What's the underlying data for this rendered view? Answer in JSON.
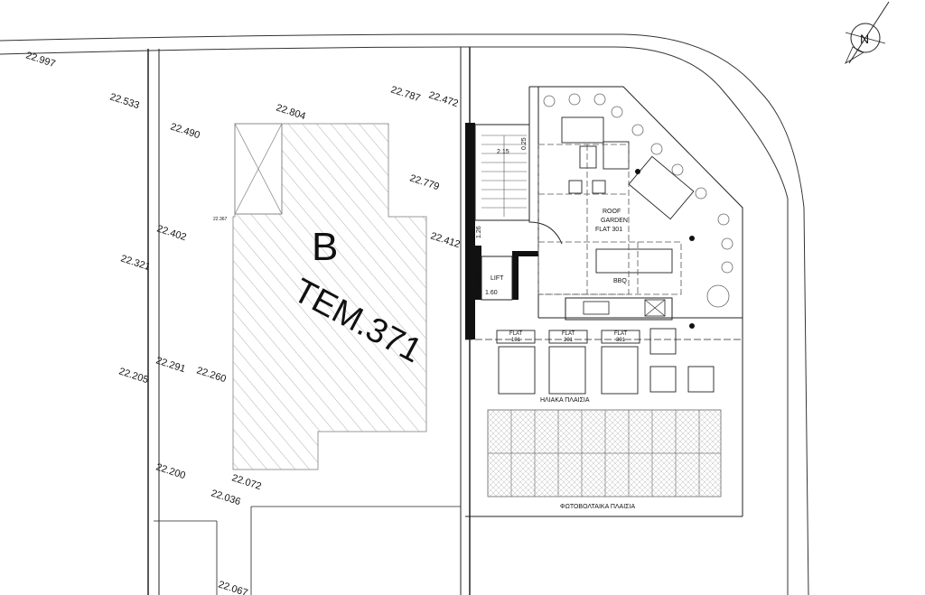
{
  "plot_letter": "B",
  "plot_number": "TEM.371",
  "north": "N",
  "elevations": [
    "22.997",
    "22.533",
    "22.490",
    "22.804",
    "22.787",
    "22.472",
    "22.779",
    "22.402",
    "22.367",
    "22.412",
    "22.321",
    "22.291",
    "22.260",
    "22.205",
    "22.200",
    "22.072",
    "22.036",
    "22.067"
  ],
  "labels": {
    "lift": "LIFT",
    "lift_dim_v": "1.60",
    "lift_dim_h": "1.60",
    "stair_dim_a": "2.15",
    "stair_dim_b": "0.25",
    "stair_dim_v": "1.26",
    "roof_garden": [
      "ROOF",
      "GARDEN",
      "FLAT 301"
    ],
    "bbq": "BBQ",
    "solar_flats": [
      "FLAT",
      "FLAT",
      "FLAT"
    ],
    "solar_flat_nums": [
      "101",
      "201",
      "301"
    ],
    "solar_panels": "ΗΛΙΑΚΑ  ΠΛΑΙΣΙΑ",
    "pv_panels": "ΦΩΤΟΒΟΛΤΑΙΚΑ ΠΛΑΙΣΙΑ"
  }
}
